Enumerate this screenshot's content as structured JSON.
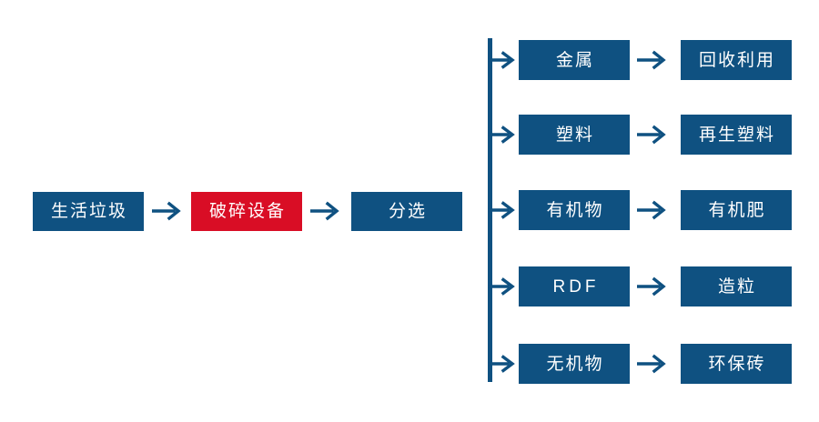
{
  "colors": {
    "primary_blue": "#0f5181",
    "highlight_red": "#d90d25",
    "background": "#ffffff",
    "text": "#ffffff"
  },
  "diagram": {
    "type": "process-flowchart",
    "orientation": "left-to-right-with-vertical-branch"
  },
  "main_chain": {
    "nodes": [
      {
        "id": "waste",
        "label": "生活垃圾",
        "color": "#0f5181",
        "highlighted": false
      },
      {
        "id": "crusher",
        "label": "破碎设备",
        "color": "#d90d25",
        "highlighted": true
      },
      {
        "id": "sorting",
        "label": "分选",
        "color": "#0f5181",
        "highlighted": false
      }
    ],
    "connectors": [
      {
        "id": "waste-to-crusher",
        "icon": "arrow-right-icon"
      },
      {
        "id": "crusher-to-sorting",
        "icon": "arrow-right-icon"
      }
    ]
  },
  "branch_trunk": {
    "icon": "vertical-trunk-line",
    "color": "#0f5181",
    "branch_count": 5
  },
  "branches": [
    {
      "id": "metal",
      "branch_icon": "arrow-right-icon",
      "category": {
        "label": "金属",
        "color": "#0f5181"
      },
      "connector_icon": "arrow-right-icon",
      "product": {
        "label": "回收利用",
        "color": "#0f5181"
      }
    },
    {
      "id": "plastic",
      "branch_icon": "arrow-right-icon",
      "category": {
        "label": "塑料",
        "color": "#0f5181"
      },
      "connector_icon": "arrow-right-icon",
      "product": {
        "label": "再生塑料",
        "color": "#0f5181"
      }
    },
    {
      "id": "organic",
      "branch_icon": "arrow-right-icon",
      "category": {
        "label": "有机物",
        "color": "#0f5181"
      },
      "connector_icon": "arrow-right-icon",
      "product": {
        "label": "有机肥",
        "color": "#0f5181"
      }
    },
    {
      "id": "rdf",
      "branch_icon": "arrow-right-icon",
      "category": {
        "label": "RDF",
        "color": "#0f5181",
        "latin": true
      },
      "connector_icon": "arrow-right-icon",
      "product": {
        "label": "造粒",
        "color": "#0f5181"
      }
    },
    {
      "id": "inorganic",
      "branch_icon": "arrow-right-icon",
      "category": {
        "label": "无机物",
        "color": "#0f5181"
      },
      "connector_icon": "arrow-right-icon",
      "product": {
        "label": "环保砖",
        "color": "#0f5181"
      }
    }
  ]
}
